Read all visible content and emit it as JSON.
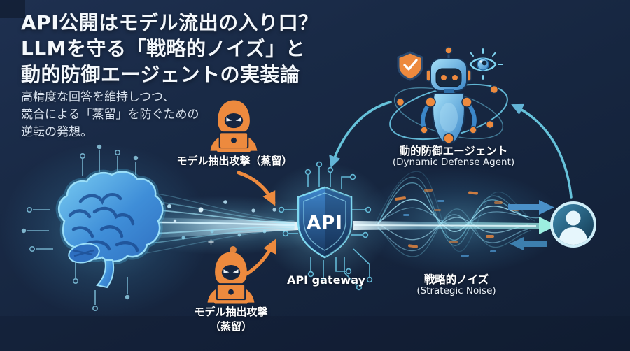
{
  "header": {
    "title_lines": [
      "API公開はモデル流出の入り口？",
      "LLMを守る「戦略的ノイズ」と",
      "動的防御エージェントの実装論"
    ],
    "subtitle_lines": [
      "高精度な回答を維持しつつ、",
      "競合による「蒸留」を防ぐための",
      "逆転の発想。"
    ]
  },
  "diagram": {
    "attacker_top": {
      "label": "モデル抽出攻撃（蒸留）"
    },
    "attacker_bottom": {
      "label_line1": "モデル抽出攻撃",
      "label_line2": "（蒸留）"
    },
    "api": {
      "badge": "API",
      "caption": "API gateway"
    },
    "agent": {
      "label_jp": "動的防御エージェント",
      "label_en": "(Dynamic Defense Agent)"
    },
    "noise": {
      "label_jp": "戦略的ノイズ",
      "label_en": "(Strategic Noise)"
    },
    "icons": [
      "brain-icon",
      "hacker-icon",
      "api-shield-icon",
      "defense-robot-icon",
      "shield-check-icon",
      "eye-icon",
      "user-avatar-icon",
      "waveform-graphic",
      "orbit-ring",
      "data-stream"
    ]
  },
  "colors": {
    "background": "#16253e",
    "accent_orange": "#ed8a3e",
    "accent_cyan": "#7fd8f0",
    "beam_core": "#e6f9ff",
    "shield_blue": "#2f6fb0",
    "arrow_blue": "#4a90c8",
    "text_primary": "#f4f8fc",
    "text_secondary": "#d7e1ee"
  }
}
